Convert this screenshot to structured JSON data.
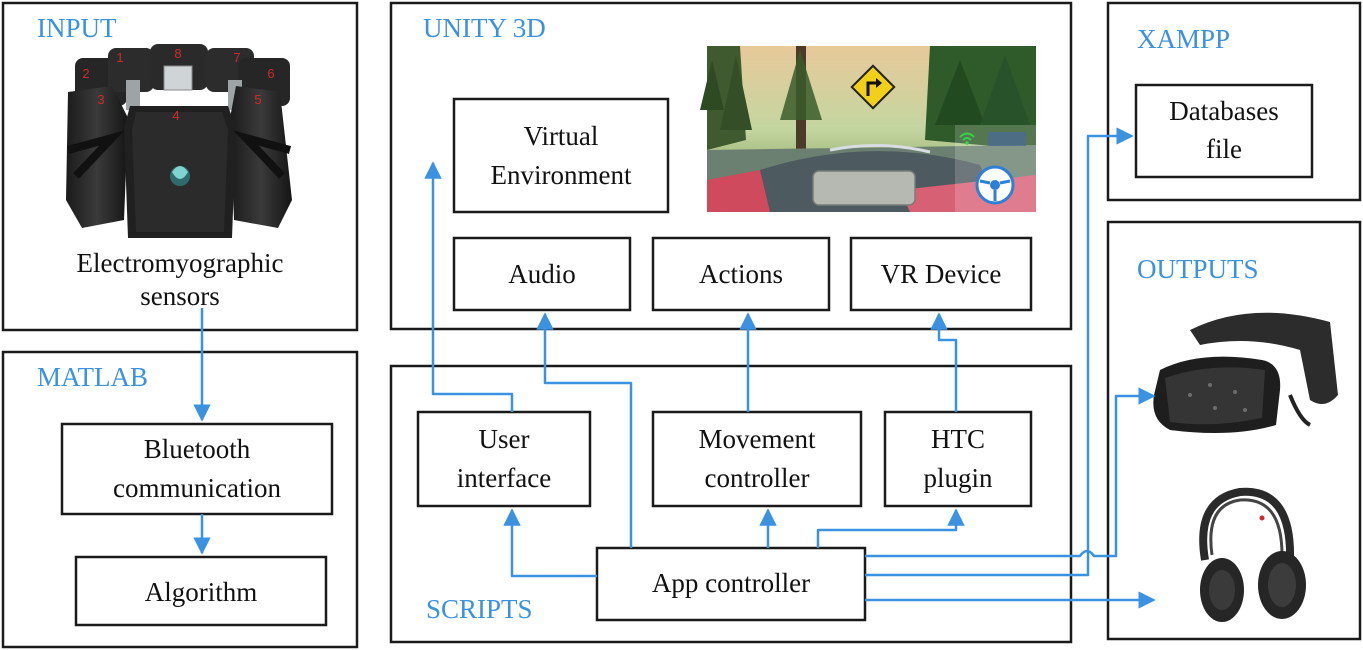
{
  "panels": {
    "input": "INPUT",
    "matlab": "MATLAB",
    "unity": "UNITY 3D",
    "scripts": "SCRIPTS",
    "xampp": "XAMPP",
    "outputs": "OUTPUTS"
  },
  "input": {
    "sensor_line1": "Electromyographic",
    "sensor_line2": "sensors",
    "segment_numbers": [
      "1",
      "2",
      "3",
      "4",
      "5",
      "6",
      "7",
      "8"
    ]
  },
  "matlab": {
    "bluetooth_line1": "Bluetooth",
    "bluetooth_line2": "communication",
    "algorithm": "Algorithm"
  },
  "unity": {
    "ve_line1": "Virtual",
    "ve_line2": "Environment",
    "audio": "Audio",
    "actions": "Actions",
    "vr_device": "VR Device"
  },
  "scripts": {
    "ui_line1": "User",
    "ui_line2": "interface",
    "movement_line1": "Movement",
    "movement_line2": "controller",
    "htc_line1": "HTC",
    "htc_line2": "plugin",
    "app_controller": "App controller"
  },
  "xampp": {
    "db_line1": "Databases",
    "db_line2": "file"
  },
  "colors": {
    "accent": "#3a92e0",
    "border": "#1a1a1a"
  }
}
